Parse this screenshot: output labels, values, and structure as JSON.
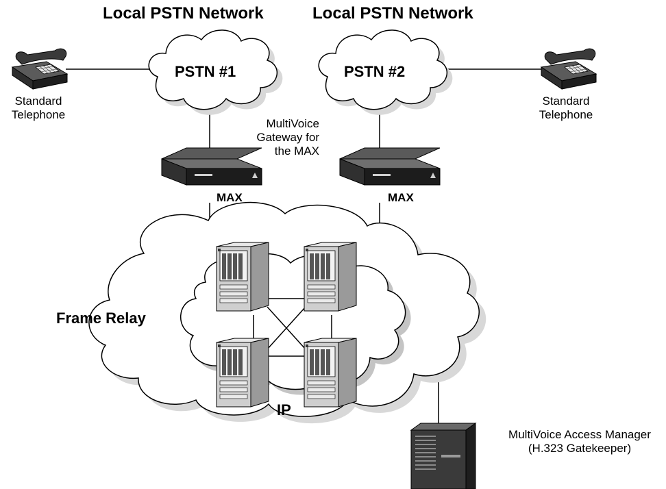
{
  "headers": {
    "left": "Local PSTN Network",
    "right": "Local PSTN Network"
  },
  "clouds": {
    "pstn1": "PSTN #1",
    "pstn2": "PSTN #2",
    "frame_relay": "Frame Relay",
    "ip": "IP"
  },
  "telephones": {
    "left_line1": "Standard",
    "left_line2": "Telephone",
    "right_line1": "Standard",
    "right_line2": "Telephone"
  },
  "gateway_label": {
    "line1": "MultiVoice",
    "line2": "Gateway for",
    "line3": "the MAX"
  },
  "max_labels": {
    "left": "MAX",
    "right": "MAX"
  },
  "access_manager": {
    "line1": "MultiVoice Access Manager",
    "line2": "(H.323 Gatekeeper)"
  },
  "colors": {
    "cloud_fill": "#ffffff",
    "cloud_shadow": "#d8d8d8",
    "device_dark": "#2a2a2a",
    "device_light": "#d9d9d9"
  }
}
